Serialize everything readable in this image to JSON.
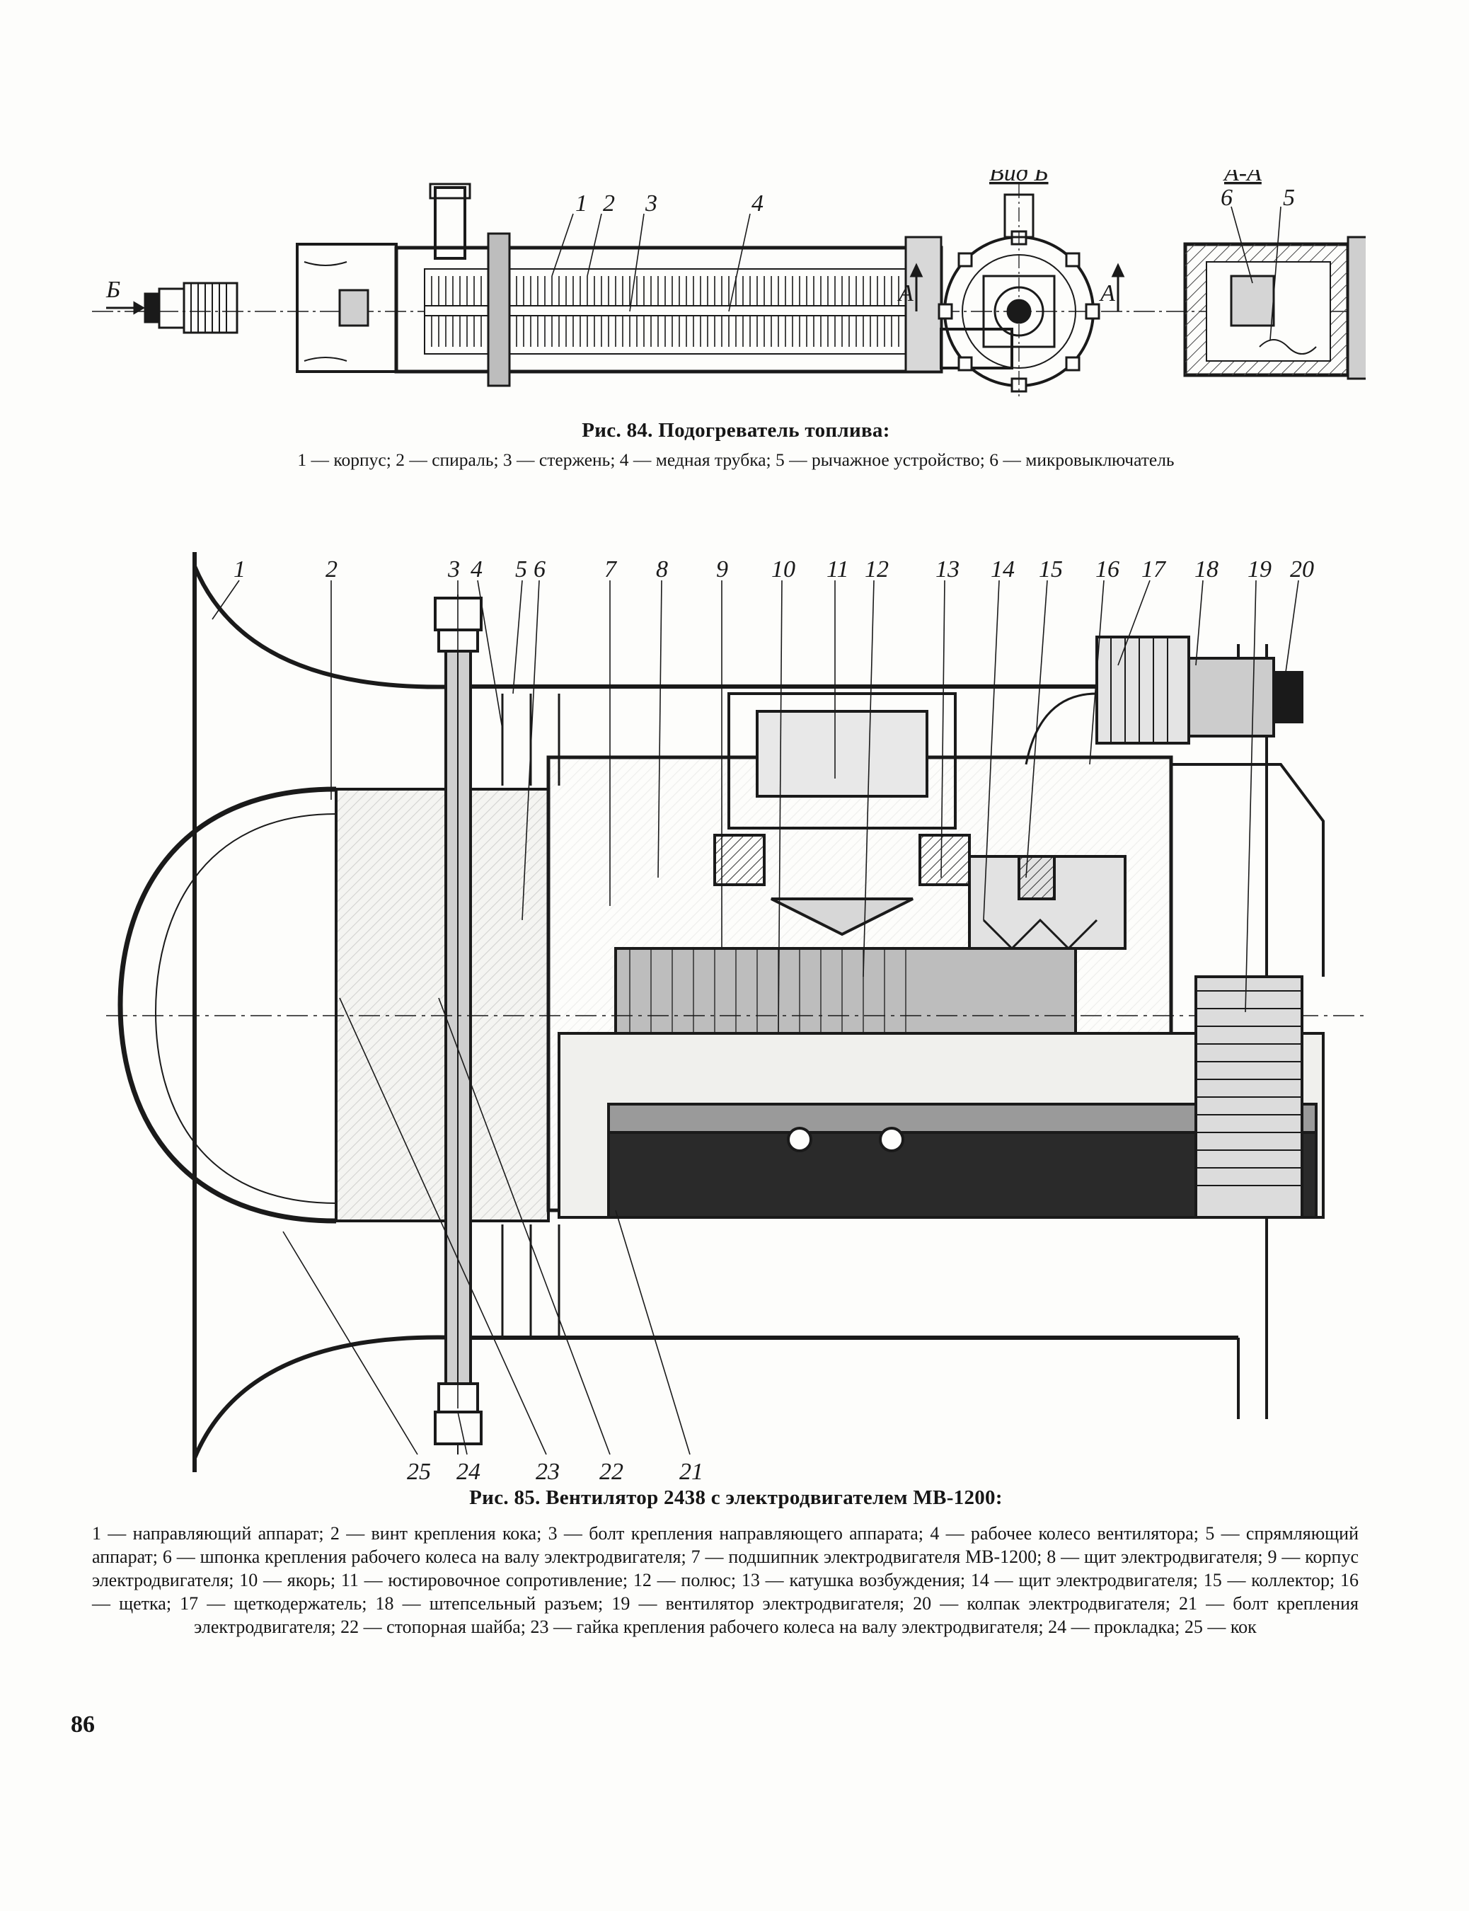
{
  "figure84": {
    "labels": [
      "1",
      "2",
      "3",
      "4"
    ],
    "arrow_b": "Б",
    "section_marker": "А",
    "view_b_title": "Вид Б",
    "section_aa_title": "А-А",
    "section_labels": [
      "6",
      "5"
    ],
    "caption_title": "Рис. 84. Подогреватель топлива:",
    "caption_legend": "1 — корпус; 2 — спираль; 3 — стержень; 4 — медная трубка; 5 — рычажное устройство; 6 — микровыключатель"
  },
  "figure85": {
    "top_labels": [
      "1",
      "2",
      "3",
      "4",
      "5",
      "6",
      "7",
      "8",
      "9",
      "10",
      "11",
      "12",
      "13",
      "14",
      "15",
      "16",
      "17",
      "18",
      "19",
      "20"
    ],
    "bottom_labels": [
      "25",
      "24",
      "23",
      "22",
      "21"
    ],
    "caption_title": "Рис. 85. Вентилятор 2438 с электродвигателем МВ-1200:",
    "caption_legend": "1 — направляющий аппарат; 2 — винт крепления кока; 3 — болт крепления направляющего аппарата; 4 — рабочее колесо вентилятора; 5 — спрямляющий аппарат; 6 — шпонка крепления рабочего колеса на валу электродвигателя; 7 — подшипник электродвигателя МВ-1200; 8 — щит электродвигателя; 9 — корпус электродвигателя; 10 — якорь; 11 — юстировочное сопротивление; 12 — полюс; 13 — катушка возбуждения; 14 — щит электродвигателя; 15 — коллектор; 16 — щетка; 17 — щеткодержатель; 18 — штепсельный разъем; 19 — вентилятор электродвигателя; 20 — колпак электродвигателя; 21 — болт крепления электродвигателя; 22 — стопорная шайба; 23 — гайка крепления рабочего колеса на валу электродвигателя; 24 — прокладка; 25 — кок"
  },
  "page_number": "86"
}
